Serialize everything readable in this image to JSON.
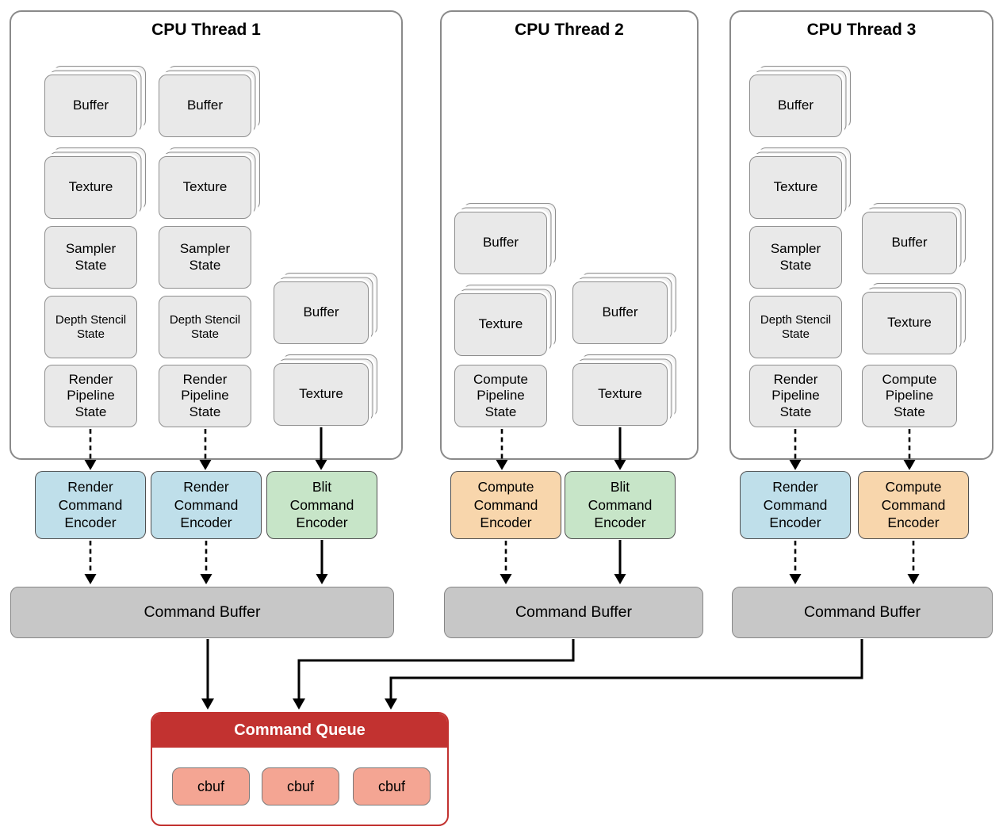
{
  "colors": {
    "thread-border": "#8a8a8a",
    "card-fill": "#e9e9e9",
    "card-fill-back": "#f0f0f0",
    "card-fill-back2": "#f4f4f4",
    "card-border": "#8e8e8e",
    "encoder-blue": "#bfdfea",
    "encoder-green": "#c7e5c8",
    "encoder-orange": "#f8d6ac",
    "encoder-border": "#4f4f4f",
    "command-buffer-fill": "#c7c7c7",
    "command-buffer-border": "#868686",
    "queue-red": "#c23230",
    "cbuf-fill": "#f4a593",
    "cbuf-border": "#7a7a7a"
  },
  "threads": [
    {
      "title": "CPU Thread 1",
      "cards": [
        {
          "label": "Buffer"
        },
        {
          "label": "Texture"
        },
        {
          "label": "Sampler State"
        },
        {
          "label": "Depth Stencil State"
        },
        {
          "label": "Render Pipeline State"
        },
        {
          "label": "Buffer"
        },
        {
          "label": "Texture"
        },
        {
          "label": "Sampler State"
        },
        {
          "label": "Depth Stencil State"
        },
        {
          "label": "Render Pipeline State"
        },
        {
          "label": "Buffer"
        },
        {
          "label": "Texture"
        }
      ],
      "encoders": [
        {
          "label": "Render Command Encoder",
          "color": "blue"
        },
        {
          "label": "Render Command Encoder",
          "color": "blue"
        },
        {
          "label": "Blit Command Encoder",
          "color": "green"
        }
      ],
      "command_buffer_label": "Command Buffer"
    },
    {
      "title": "CPU Thread 2",
      "cards": [
        {
          "label": "Buffer"
        },
        {
          "label": "Texture"
        },
        {
          "label": "Compute Pipeline State"
        },
        {
          "label": "Buffer"
        },
        {
          "label": "Texture"
        }
      ],
      "encoders": [
        {
          "label": "Compute Command Encoder",
          "color": "orange"
        },
        {
          "label": "Blit Command Encoder",
          "color": "green"
        }
      ],
      "command_buffer_label": "Command Buffer"
    },
    {
      "title": "CPU Thread 3",
      "cards": [
        {
          "label": "Buffer"
        },
        {
          "label": "Texture"
        },
        {
          "label": "Sampler State"
        },
        {
          "label": "Depth Stencil State"
        },
        {
          "label": "Render Pipeline State"
        },
        {
          "label": "Buffer"
        },
        {
          "label": "Texture"
        },
        {
          "label": "Compute Pipeline State"
        }
      ],
      "encoders": [
        {
          "label": "Render Command Encoder",
          "color": "blue"
        },
        {
          "label": "Compute Command Encoder",
          "color": "orange"
        }
      ],
      "command_buffer_label": "Command Buffer"
    }
  ],
  "command_queue": {
    "title": "Command Queue",
    "items": [
      "cbuf",
      "cbuf",
      "cbuf"
    ]
  }
}
